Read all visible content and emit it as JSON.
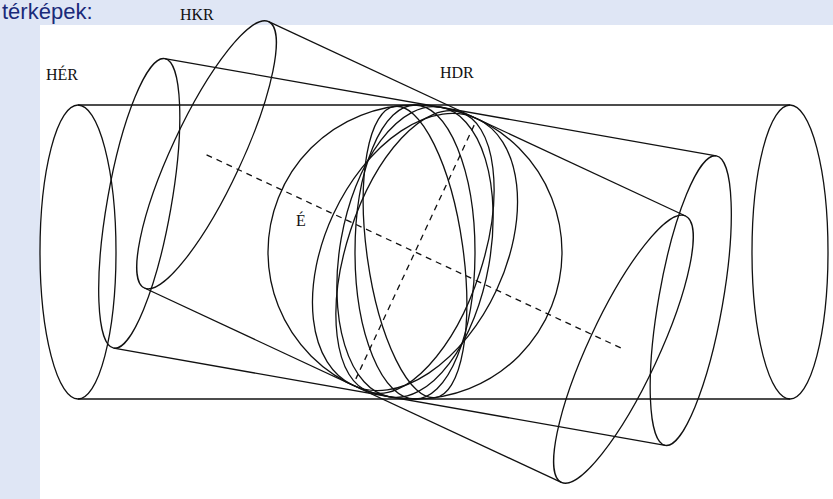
{
  "diagram": {
    "labels": [
      "térképek:",
      "HKR",
      "HÉR",
      "HDR",
      "É"
    ]
  }
}
